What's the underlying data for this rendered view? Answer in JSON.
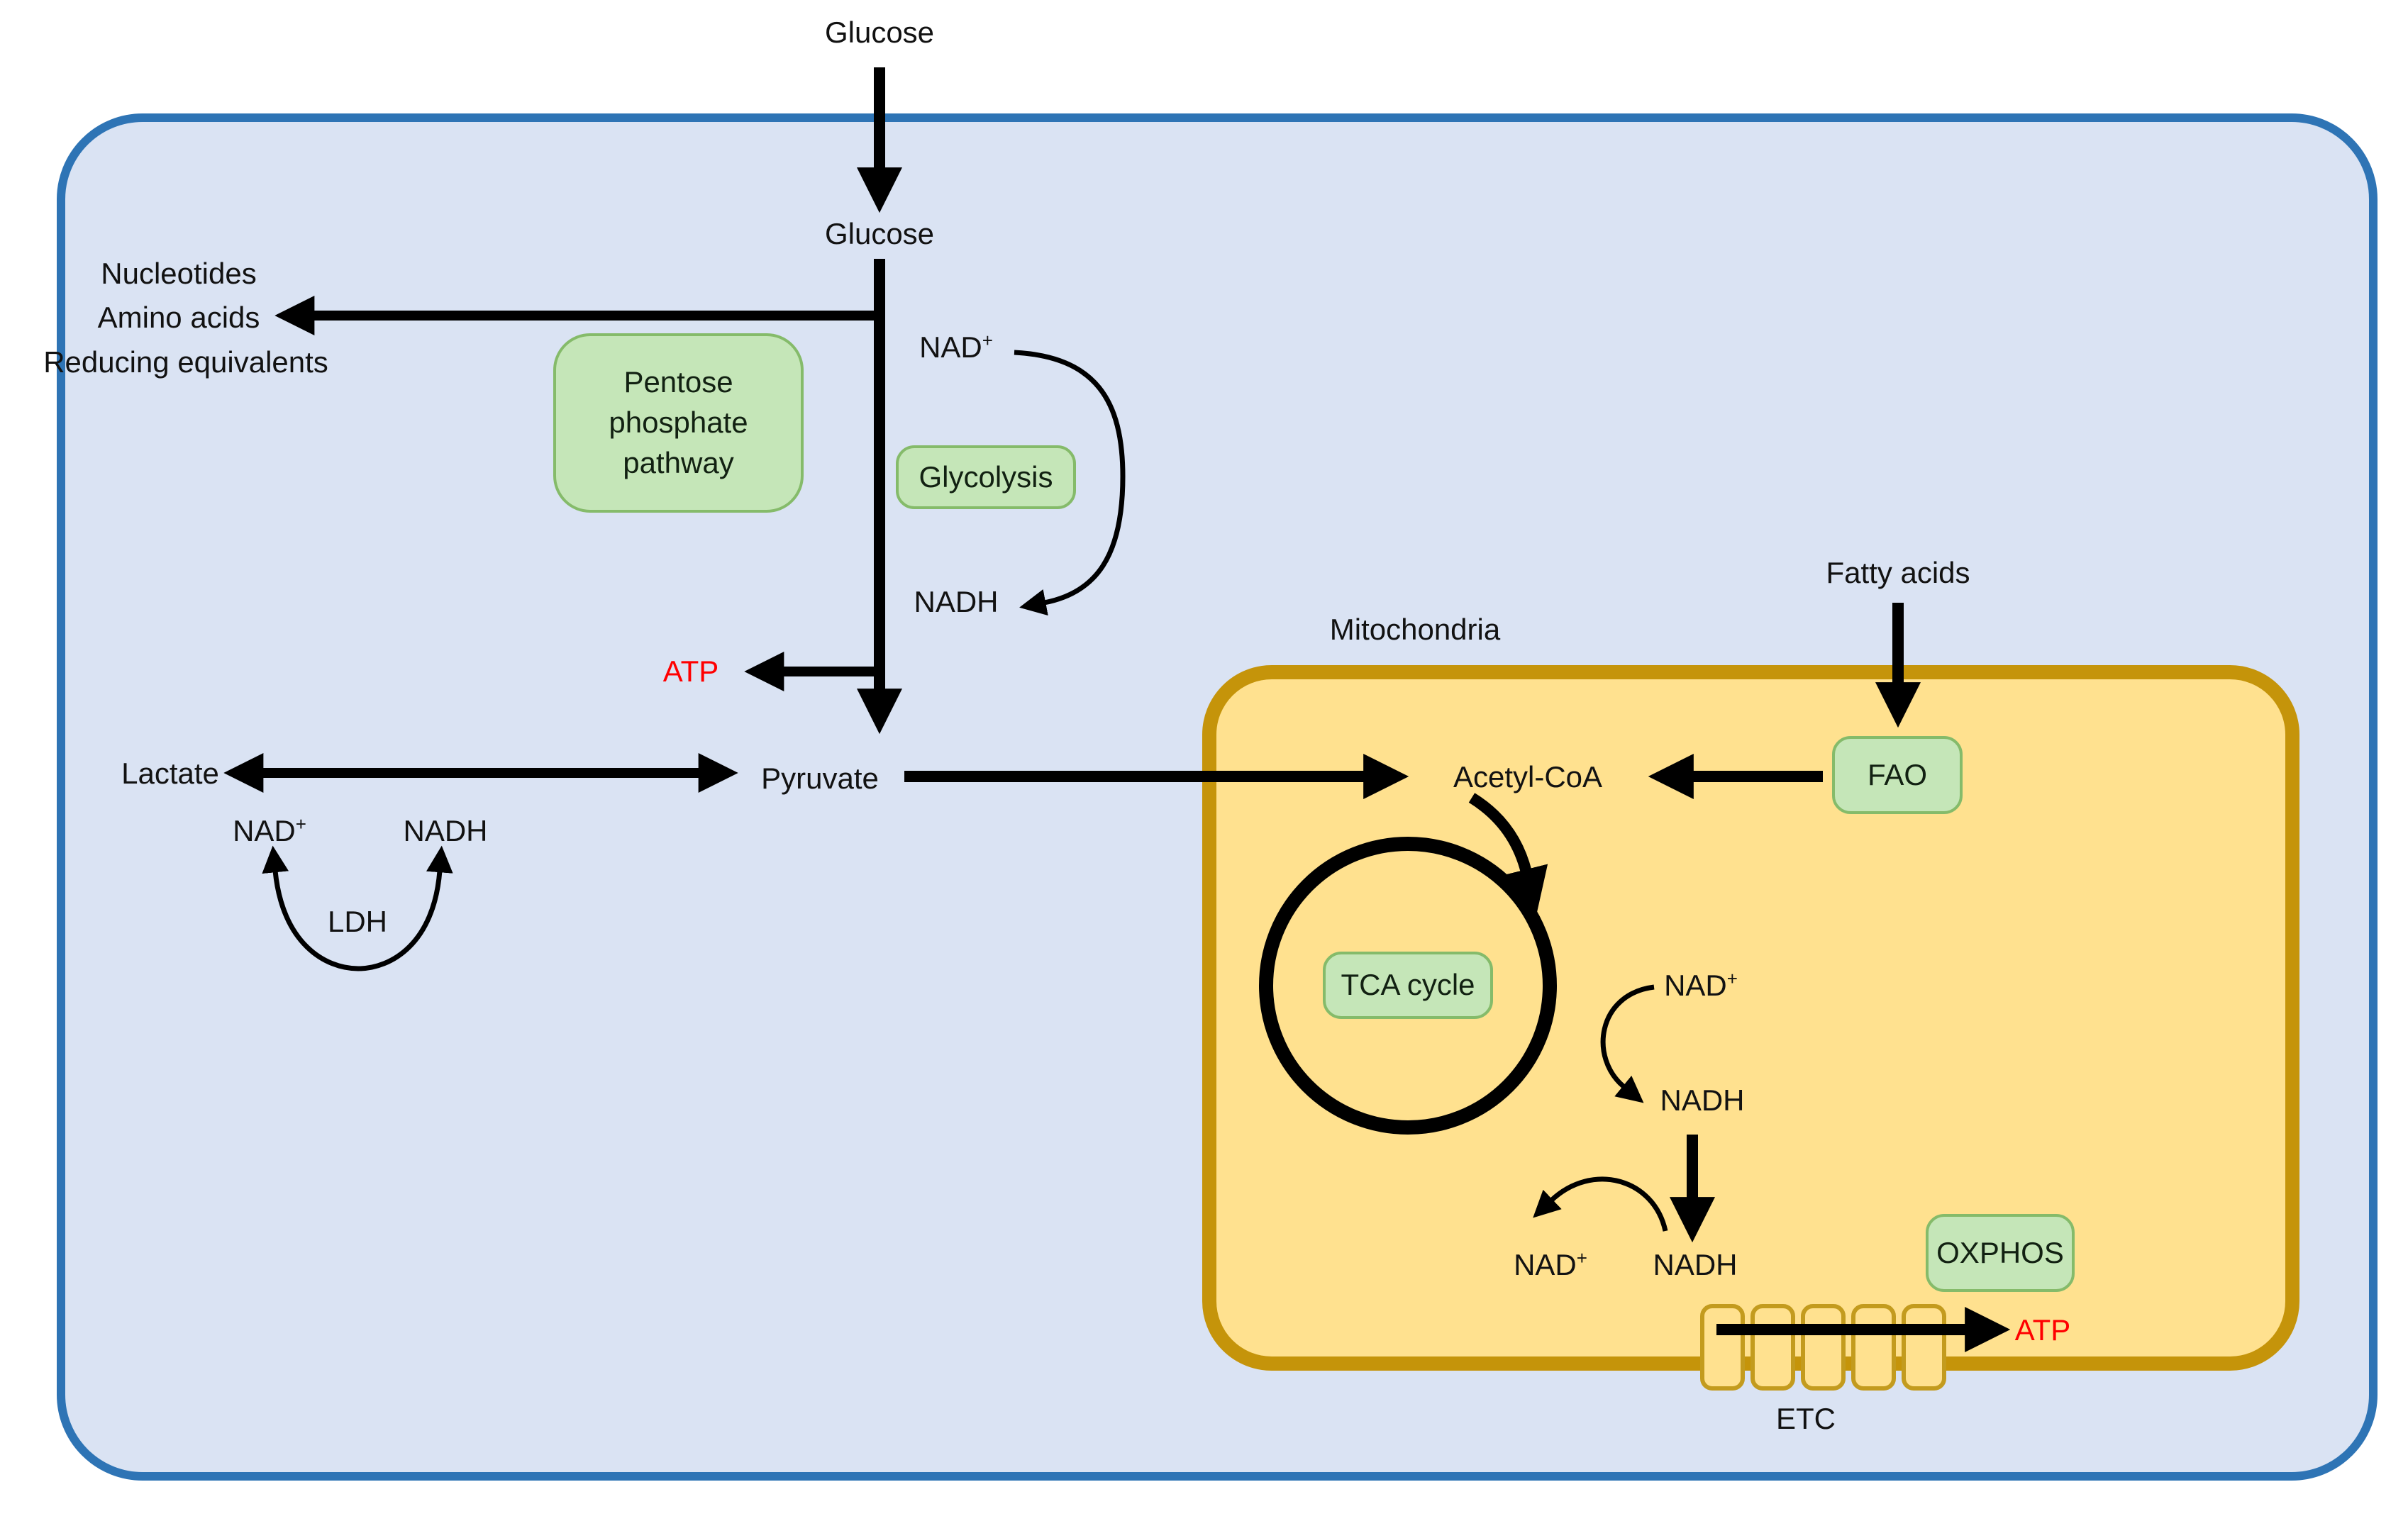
{
  "colors": {
    "cell_fill": "#dae3f3",
    "cell_border": "#2e74b5",
    "mito_fill": "#ffe18f",
    "mito_border": "#c5940a",
    "channel_border": "#c39b1e",
    "box_fill": "#c5e6b8",
    "box_border": "#85bb6a",
    "atp_red": "#ff0000",
    "arrow": "#000000"
  },
  "labels": {
    "glucose_out": "Glucose",
    "glucose_in": "Glucose",
    "nucleotides": "Nucleotides",
    "amino_acids": "Amino acids",
    "reducing_equivalents": "Reducing equivalents",
    "nad": "NAD",
    "nad_plus": "+",
    "nadh": "NADH",
    "atp": "ATP",
    "pyruvate": "Pyruvate",
    "lactate": "Lactate",
    "ldh": "LDH",
    "mitochondria": "Mitochondria",
    "fatty_acids": "Fatty acids",
    "acetyl_coa": "Acetyl-CoA",
    "etc": "ETC"
  },
  "boxes": {
    "pentose": [
      "Pentose",
      "phosphate",
      "pathway"
    ],
    "glycolysis": "Glycolysis",
    "fao": "FAO",
    "tca": "TCA cycle",
    "oxphos": "OXPHOS"
  }
}
